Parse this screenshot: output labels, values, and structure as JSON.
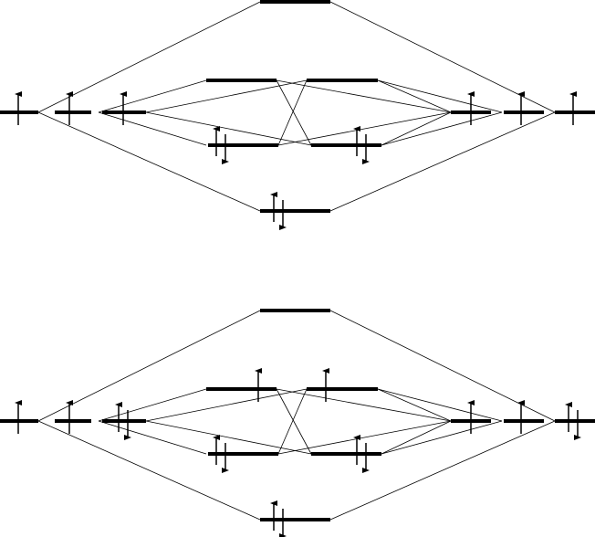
{
  "colors": {
    "stroke": "#000000",
    "background": "#ffffff"
  },
  "panels": [
    {
      "name": "top",
      "atomic_left": [
        "up",
        "up",
        "up"
      ],
      "atomic_right": [
        "up",
        "up",
        "up"
      ],
      "molecular": {
        "sigma_antibonding": "empty",
        "pi_antibonding_left": "empty",
        "pi_antibonding_right": "empty",
        "pi_bonding_left": "paired",
        "pi_bonding_right": "paired",
        "sigma_bonding": "paired"
      }
    },
    {
      "name": "bottom",
      "atomic_left": [
        "up",
        "up",
        "paired"
      ],
      "atomic_right": [
        "up",
        "up",
        "paired"
      ],
      "molecular": {
        "sigma_antibonding": "empty",
        "pi_antibonding_left": "up",
        "pi_antibonding_right": "up",
        "pi_bonding_left": "paired",
        "pi_bonding_right": "paired",
        "sigma_bonding": "paired"
      }
    }
  ]
}
